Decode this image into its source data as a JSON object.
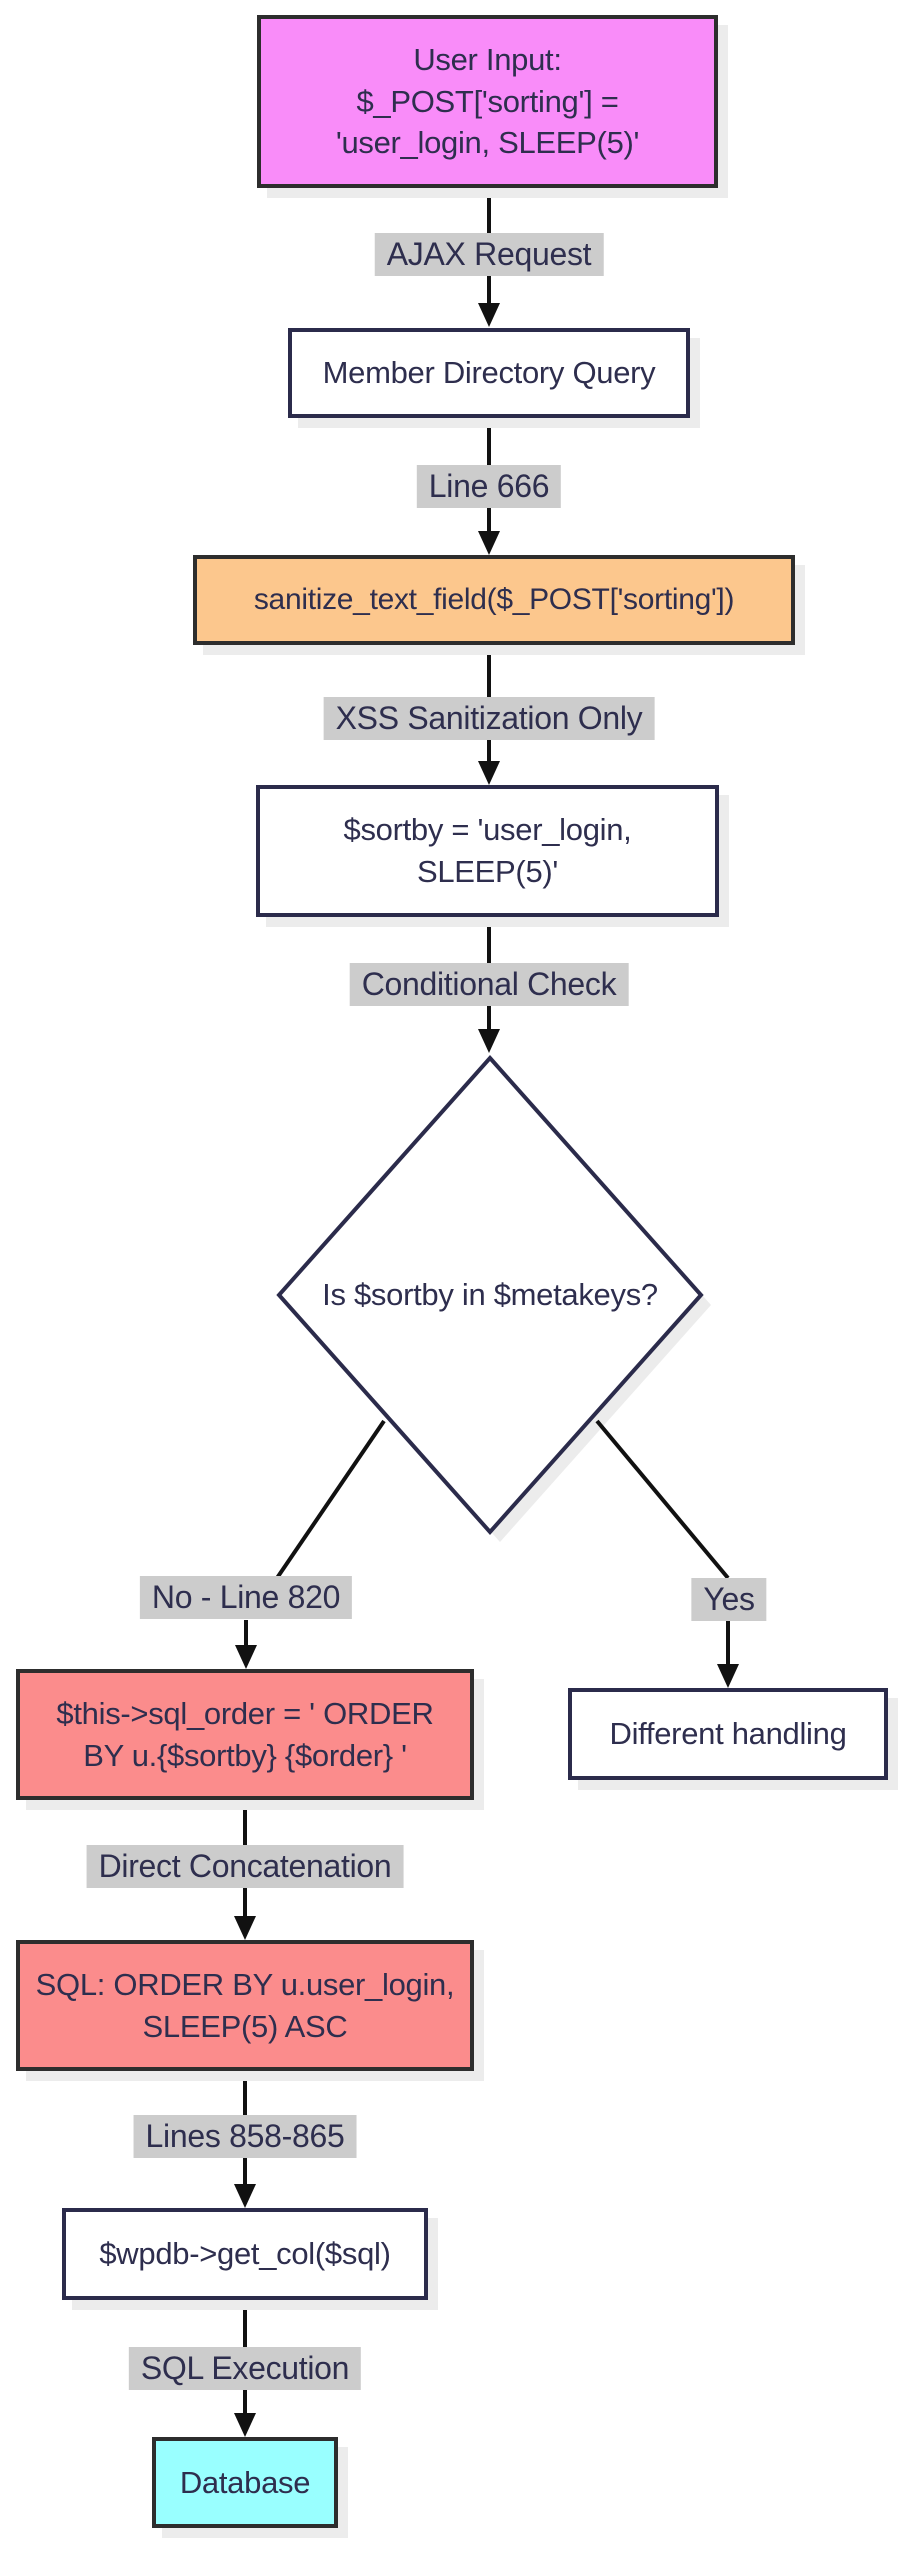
{
  "nodes": {
    "user_input": {
      "label": "User Input:\n$_POST['sorting'] =\n'user_login, SLEEP(5)'",
      "fill": "#F98CF9"
    },
    "member_directory": {
      "label": "Member Directory Query",
      "fill": "#FFFFFF"
    },
    "sanitize": {
      "label": "sanitize_text_field($_POST['sorting'])",
      "fill": "#FCC78D"
    },
    "sortby": {
      "label": "$sortby = 'user_login,\nSLEEP(5)'",
      "fill": "#FFFFFF"
    },
    "decision": {
      "label": "Is $sortby in $metakeys?",
      "fill": "#FFFFFF"
    },
    "sql_order": {
      "label": "$this->sql_order = ' ORDER\nBY u.{$sortby} {$order} '",
      "fill": "#FB8C8C"
    },
    "different_handling": {
      "label": "Different handling",
      "fill": "#FFFFFF"
    },
    "sql_built": {
      "label": "SQL: ORDER BY u.user_login,\nSLEEP(5) ASC",
      "fill": "#FB8C8C"
    },
    "wpdb_get_col": {
      "label": "$wpdb->get_col($sql)",
      "fill": "#FFFFFF"
    },
    "database": {
      "label": "Database",
      "fill": "#99FFFF"
    }
  },
  "edge_labels": {
    "ajax_request": "AJAX Request",
    "line_666": "Line 666",
    "xss_sanitization": "XSS Sanitization Only",
    "conditional_check": "Conditional Check",
    "no_line_820": "No - Line 820",
    "yes": "Yes",
    "direct_concatenation": "Direct Concatenation",
    "lines_858_865": "Lines 858-865",
    "sql_execution": "SQL Execution"
  },
  "colors": {
    "background": "#FFFFFF",
    "text": "#2E2E4E",
    "arrow": "#111111",
    "edge_label_bg": "#CCCCCC",
    "node_border_navy": "#2B2B4B",
    "node_border_dark": "#2D2D2D",
    "fill_user_input": "#F98CF9",
    "fill_sanitize": "#FCC78D",
    "fill_vulnerable": "#FB8C8C",
    "fill_database": "#99FFFF",
    "shadow": "#ECECEC"
  }
}
